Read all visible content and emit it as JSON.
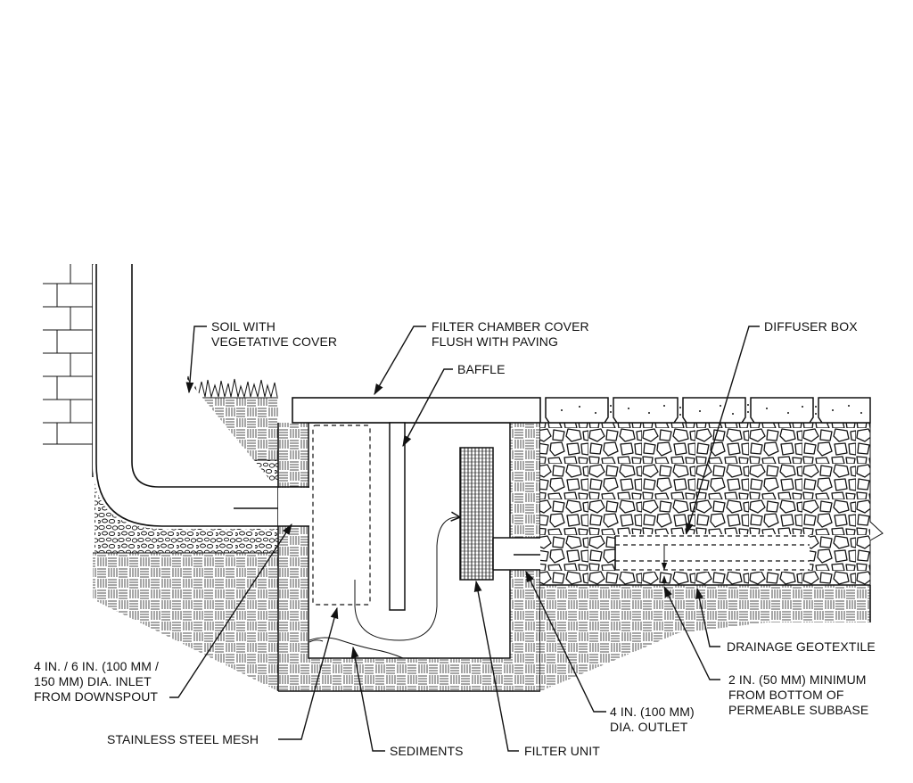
{
  "diagram": {
    "labels": {
      "soil_line1": "SOIL WITH",
      "soil_line2": "VEGETATIVE COVER",
      "cover_line1": "FILTER CHAMBER COVER",
      "cover_line2": "FLUSH WITH PAVING",
      "baffle": "BAFFLE",
      "diffuser": "DIFFUSER BOX",
      "inlet_line1": "4 IN. / 6 IN. (100 MM /",
      "inlet_line2": "150 MM) DIA. INLET",
      "inlet_line3": "FROM DOWNSPOUT",
      "mesh": "STAINLESS STEEL MESH",
      "sediments": "SEDIMENTS",
      "filter_unit": "FILTER UNIT",
      "outlet_line1": "4 IN. (100 MM)",
      "outlet_line2": "DIA. OUTLET",
      "geotextile": "DRAINAGE GEOTEXTILE",
      "min_line1": "2 IN. (50 MM) MINIMUM",
      "min_line2": "FROM BOTTOM OF",
      "min_line3": "PERMEABLE SUBBASE"
    }
  }
}
